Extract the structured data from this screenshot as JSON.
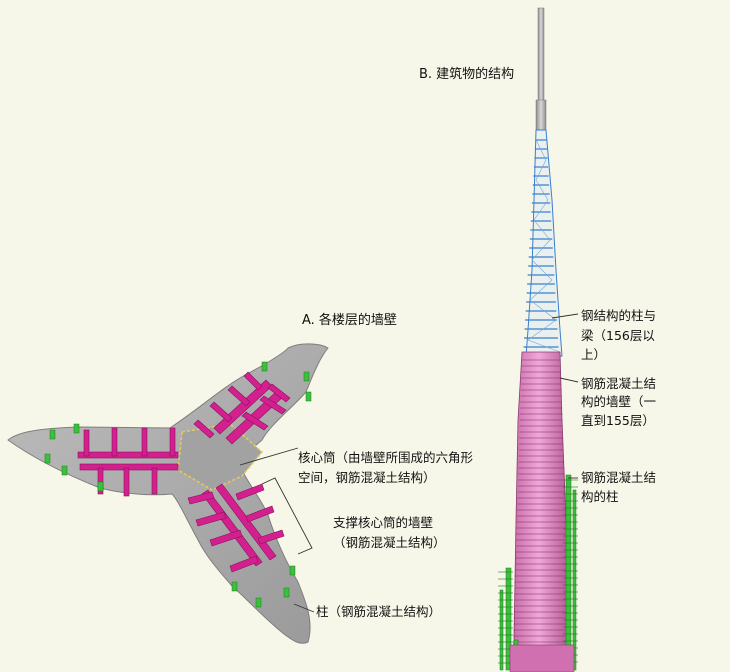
{
  "panel_a": {
    "title": "A. 各楼层的墙壁",
    "callouts": [
      {
        "id": "core",
        "lines": [
          "核心筒（由墙壁所围成的六角形",
          "空间，钢筋混凝土结构）"
        ]
      },
      {
        "id": "support",
        "lines": [
          "支撑核心筒的墙壁",
          "（钢筋混凝土结构）"
        ]
      },
      {
        "id": "column",
        "lines": [
          "柱（钢筋混凝土结构）"
        ]
      }
    ]
  },
  "panel_b": {
    "title": "B. 建筑物的结构",
    "callouts": [
      {
        "id": "steel",
        "lines": [
          "钢结构的柱与",
          "梁（156层以",
          "上）"
        ]
      },
      {
        "id": "rc_wall",
        "lines": [
          "钢筋混凝土结",
          "构的墙壁（一",
          "直到155层）"
        ]
      },
      {
        "id": "rc_column",
        "lines": [
          "钢筋混凝土结",
          "构的柱"
        ]
      }
    ]
  },
  "colors": {
    "background": "#f7f7e9",
    "slab": "#a9a9a9",
    "wall": "#d4208e",
    "core_dash": "#f0d060",
    "column": "#3fbf3f",
    "steel": "#4a8fd6",
    "spire": "#a0a0a0"
  }
}
